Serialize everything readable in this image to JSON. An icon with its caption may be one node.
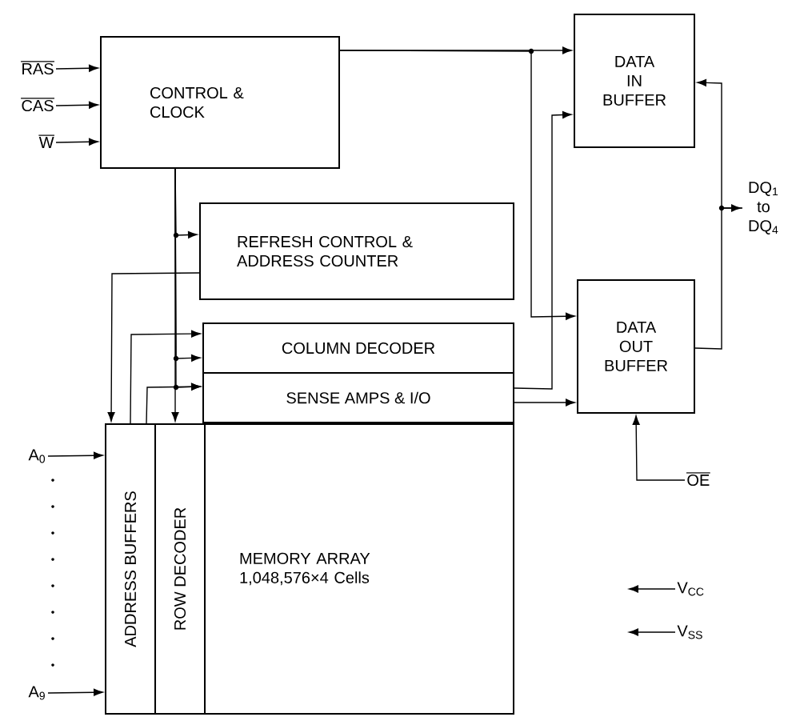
{
  "diagram": {
    "nodes": [
      {
        "text": [
          "CONTROL & CLOCK"
        ]
      },
      {
        "text": [
          "DATA IN BUFFER"
        ]
      },
      {
        "text": [
          "REFRESH CONTROL & ADDRESS COUNTER"
        ]
      },
      {
        "text": [
          "DATA OUT BUFFER"
        ]
      },
      {
        "text": [
          "COLUMN DECODER"
        ]
      },
      {
        "text": [
          "SENSE AMPS & I/O"
        ]
      },
      {
        "text": [
          "ADDRESS BUFFERS"
        ]
      },
      {
        "text": [
          "ROW DECODER"
        ]
      },
      {
        "text": [
          "MEMORY ARRAY",
          "1,048,576×4 Cells"
        ]
      },
      {
        "text": [
          "RAS"
        ]
      },
      {
        "text": [
          "CAS"
        ]
      },
      {
        "text": [
          "W"
        ]
      },
      {
        "text": [
          "A$_{0}$"
        ]
      },
      {
        "text": [
          "A$_{9}$"
        ]
      },
      {
        "text": [
          "DQ$_{1}$ to DQ$_{4}$"
        ]
      },
      {
        "text": [
          "OE"
        ]
      },
      {
        "text": [
          "V$_{CC}$"
        ]
      },
      {
        "text": [
          "V$_{SS}$"
        ]
      }
    ],
    "edges": [
      {
        "from": 9,
        "to": 0,
        "arrow": "to"
      },
      {
        "from": 10,
        "to": 0,
        "arrow": "to"
      },
      {
        "from": 11,
        "to": 0,
        "arrow": "to"
      },
      {
        "from": 0,
        "to": 1,
        "arrow": "to"
      },
      {
        "from": 0,
        "to": 3,
        "arrow": "to"
      },
      {
        "from": 0,
        "to": 2,
        "arrow": "to"
      },
      {
        "from": 0,
        "to": 4,
        "arrow": "to"
      },
      {
        "from": 0,
        "to": 5,
        "arrow": "to"
      },
      {
        "from": 0,
        "to": 7,
        "arrow": "to"
      },
      {
        "from": 2,
        "to": 6,
        "arrow": "to"
      },
      {
        "from": 6,
        "to": 4,
        "arrow": "to"
      },
      {
        "from": 6,
        "to": 5,
        "arrow": "to"
      },
      {
        "from": 12,
        "to": 6,
        "arrow": "to"
      },
      {
        "from": 13,
        "to": 6,
        "arrow": "to"
      },
      {
        "from": 5,
        "to": 1,
        "arrow": "to"
      },
      {
        "from": 5,
        "to": 3,
        "arrow": "to"
      },
      {
        "from": 14,
        "to": 1,
        "arrow": "to"
      },
      {
        "from": 3,
        "to": 14,
        "arrow": "to"
      },
      {
        "from": 15,
        "to": 3,
        "arrow": "to"
      },
      {
        "from": 16,
        "to": null,
        "arrow": "to"
      },
      {
        "from": 17,
        "to": null,
        "arrow": "to"
      }
    ]
  }
}
